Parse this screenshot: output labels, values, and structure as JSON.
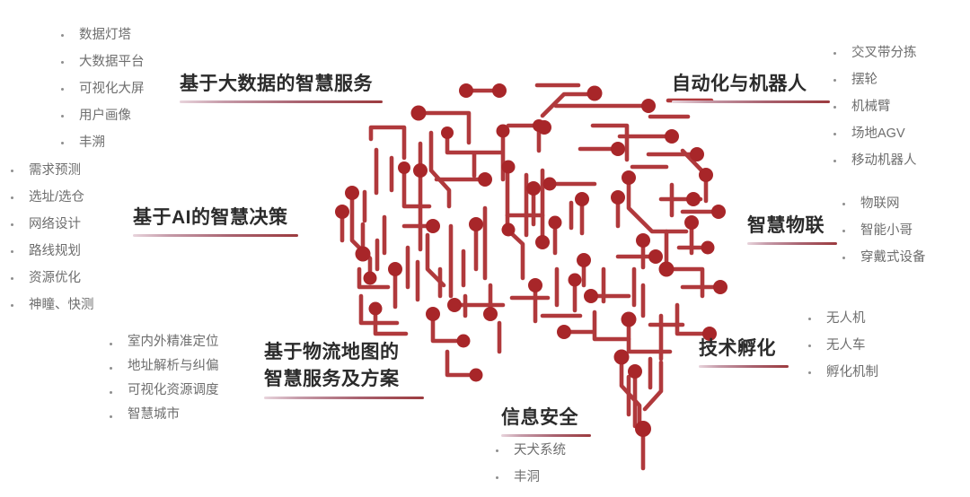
{
  "theme": {
    "background": "#ffffff",
    "circuit_line": "#b0393c",
    "circuit_node": "#a82629",
    "heading_color": "#2b2b2b",
    "bullet_color": "#6e6e6e",
    "rule_gradient_start": "#e8d4dc",
    "rule_gradient_end": "#9c3b3f"
  },
  "graphic": {
    "name": "circuit-board-brain",
    "description": "Side-view human brain drawn as a printed-circuit-board trace pattern with round solder-pad nodes"
  },
  "sections": {
    "big_data": {
      "heading": "基于大数据的智慧服务",
      "items": [
        "数据灯塔",
        "大数据平台",
        "可视化大屏",
        "用户画像",
        "丰溯"
      ]
    },
    "ai_decision": {
      "heading": "基于AI的智慧决策",
      "items": [
        "需求预测",
        "选址/选仓",
        "网络设计",
        "路线规划",
        "资源优化",
        "神瞳、快测"
      ]
    },
    "logistics_map": {
      "heading_line1": "基于物流地图的",
      "heading_line2": "智慧服务及方案",
      "items": [
        "室内外精准定位",
        "地址解析与纠偏",
        "可视化资源调度",
        "智慧城市"
      ]
    },
    "automation": {
      "heading": "自动化与机器人",
      "items": [
        "交叉带分拣",
        "摆轮",
        "机械臂",
        "场地AGV",
        "移动机器人"
      ]
    },
    "iot": {
      "heading": "智慧物联",
      "items": [
        "物联网",
        "智能小哥",
        "穿戴式设备"
      ]
    },
    "incubation": {
      "heading": "技术孵化",
      "items": [
        "无人机",
        "无人车",
        "孵化机制"
      ]
    },
    "security": {
      "heading": "信息安全",
      "items": [
        "天犬系统",
        "丰洞"
      ]
    }
  }
}
